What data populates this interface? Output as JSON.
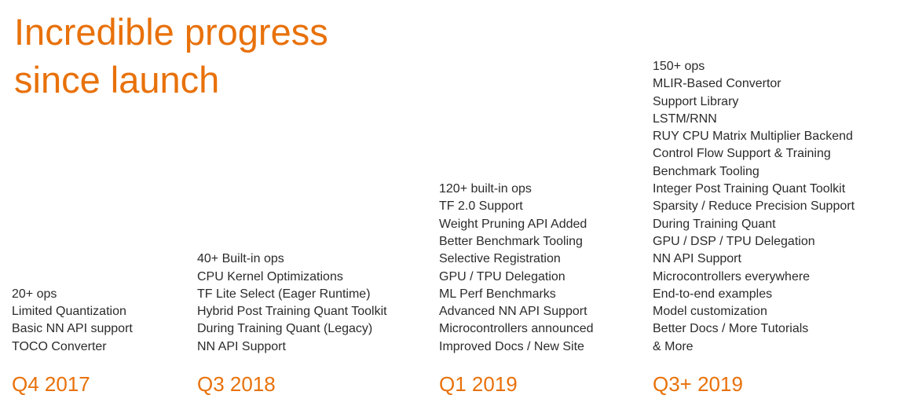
{
  "slide": {
    "title_lines": [
      "Incredible progress",
      "since launch"
    ],
    "columns": [
      {
        "quarter": "Q4 2017",
        "items": [
          "20+ ops",
          "Limited Quantization",
          "Basic NN API support",
          "TOCO Converter"
        ]
      },
      {
        "quarter": "Q3 2018",
        "items": [
          "40+ Built-in ops",
          "CPU Kernel Optimizations",
          "TF Lite Select (Eager Runtime)",
          "Hybrid Post Training Quant Toolkit",
          "During Training Quant (Legacy)",
          "NN API Support"
        ]
      },
      {
        "quarter": "Q1 2019",
        "items": [
          "120+ built-in ops",
          "TF 2.0 Support",
          "Weight Pruning API Added",
          "Better Benchmark Tooling",
          "Selective Registration",
          "GPU / TPU Delegation",
          "ML Perf Benchmarks",
          "Advanced NN API Support",
          "Microcontrollers announced",
          "Improved Docs / New Site"
        ]
      },
      {
        "quarter": "Q3+ 2019",
        "items": [
          "150+ ops",
          "MLIR-Based Convertor",
          "Support Library",
          "LSTM/RNN",
          "RUY CPU Matrix Multiplier Backend",
          "Control Flow Support & Training",
          "Benchmark Tooling",
          "Integer Post Training Quant Toolkit",
          "Sparsity / Reduce Precision Support",
          "During Training Quant",
          "GPU / DSP / TPU Delegation",
          "NN API Support",
          "Microcontrollers everywhere",
          "End-to-end examples",
          "Model customization",
          "Better Docs / More Tutorials",
          "& More"
        ]
      }
    ]
  },
  "colors": {
    "accent": "#e8710a",
    "text": "#2b2b2b",
    "background": "#ffffff"
  }
}
